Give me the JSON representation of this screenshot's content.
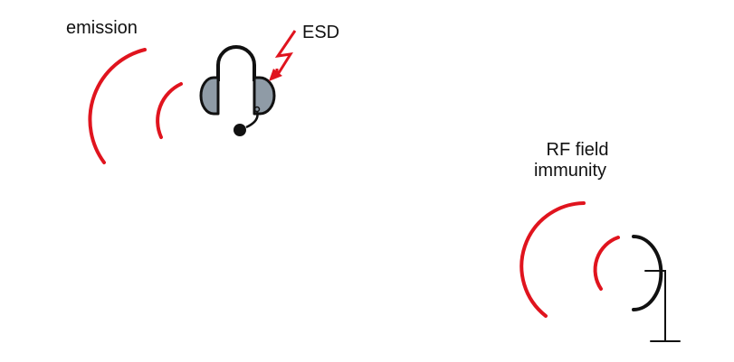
{
  "labels": {
    "emission": "emission",
    "esd": "ESD",
    "rf_line1": "RF field",
    "rf_line2": "immunity"
  },
  "colors": {
    "wave": "#e0141e",
    "headset_fill": "#8f9ba6",
    "stroke": "#111111",
    "esd": "#e0141e"
  },
  "icons": {
    "headset": "headset-icon",
    "esd": "lightning-bolt-icon",
    "antenna": "antenna-icon"
  }
}
